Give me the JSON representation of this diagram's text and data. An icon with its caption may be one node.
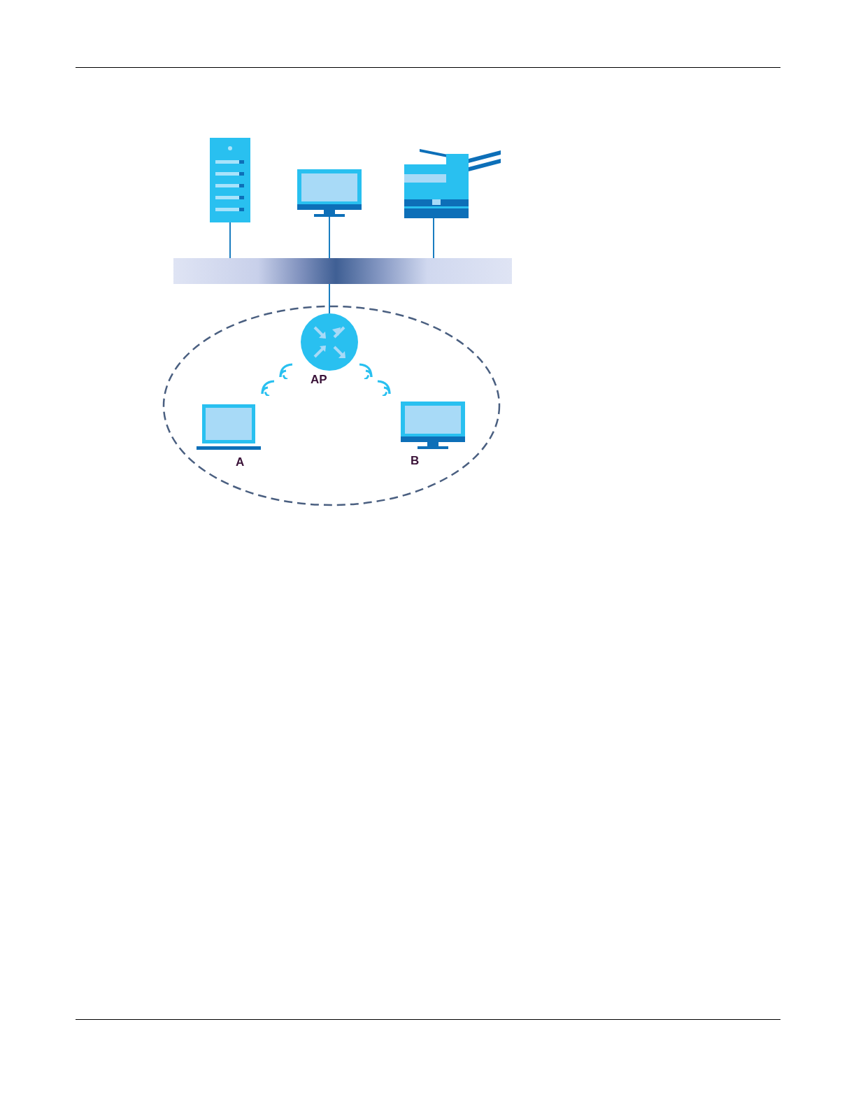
{
  "diagram": {
    "nodes": [
      {
        "text": [],
        "shape": "picture"
      },
      {
        "text": [],
        "shape": "picture"
      },
      {
        "text": [],
        "shape": "picture"
      },
      {
        "text": [],
        "shape": "bar"
      },
      {
        "text": [],
        "shape": "ellipse"
      },
      {
        "text": [],
        "shape": "circle",
        "beside": [
          "AP"
        ],
        "in": 4
      },
      {
        "text": [],
        "shape": "picture",
        "beside": [
          "A"
        ],
        "in": 4
      },
      {
        "text": [],
        "shape": "picture",
        "beside": [
          "B"
        ],
        "in": 4
      }
    ],
    "edges": [
      {
        "from": 0,
        "to": 3,
        "arrow": "none"
      },
      {
        "from": 1,
        "to": 3,
        "arrow": "none"
      },
      {
        "from": 2,
        "to": 3,
        "arrow": "none"
      },
      {
        "from": 3,
        "to": 5,
        "arrow": "none"
      }
    ]
  }
}
